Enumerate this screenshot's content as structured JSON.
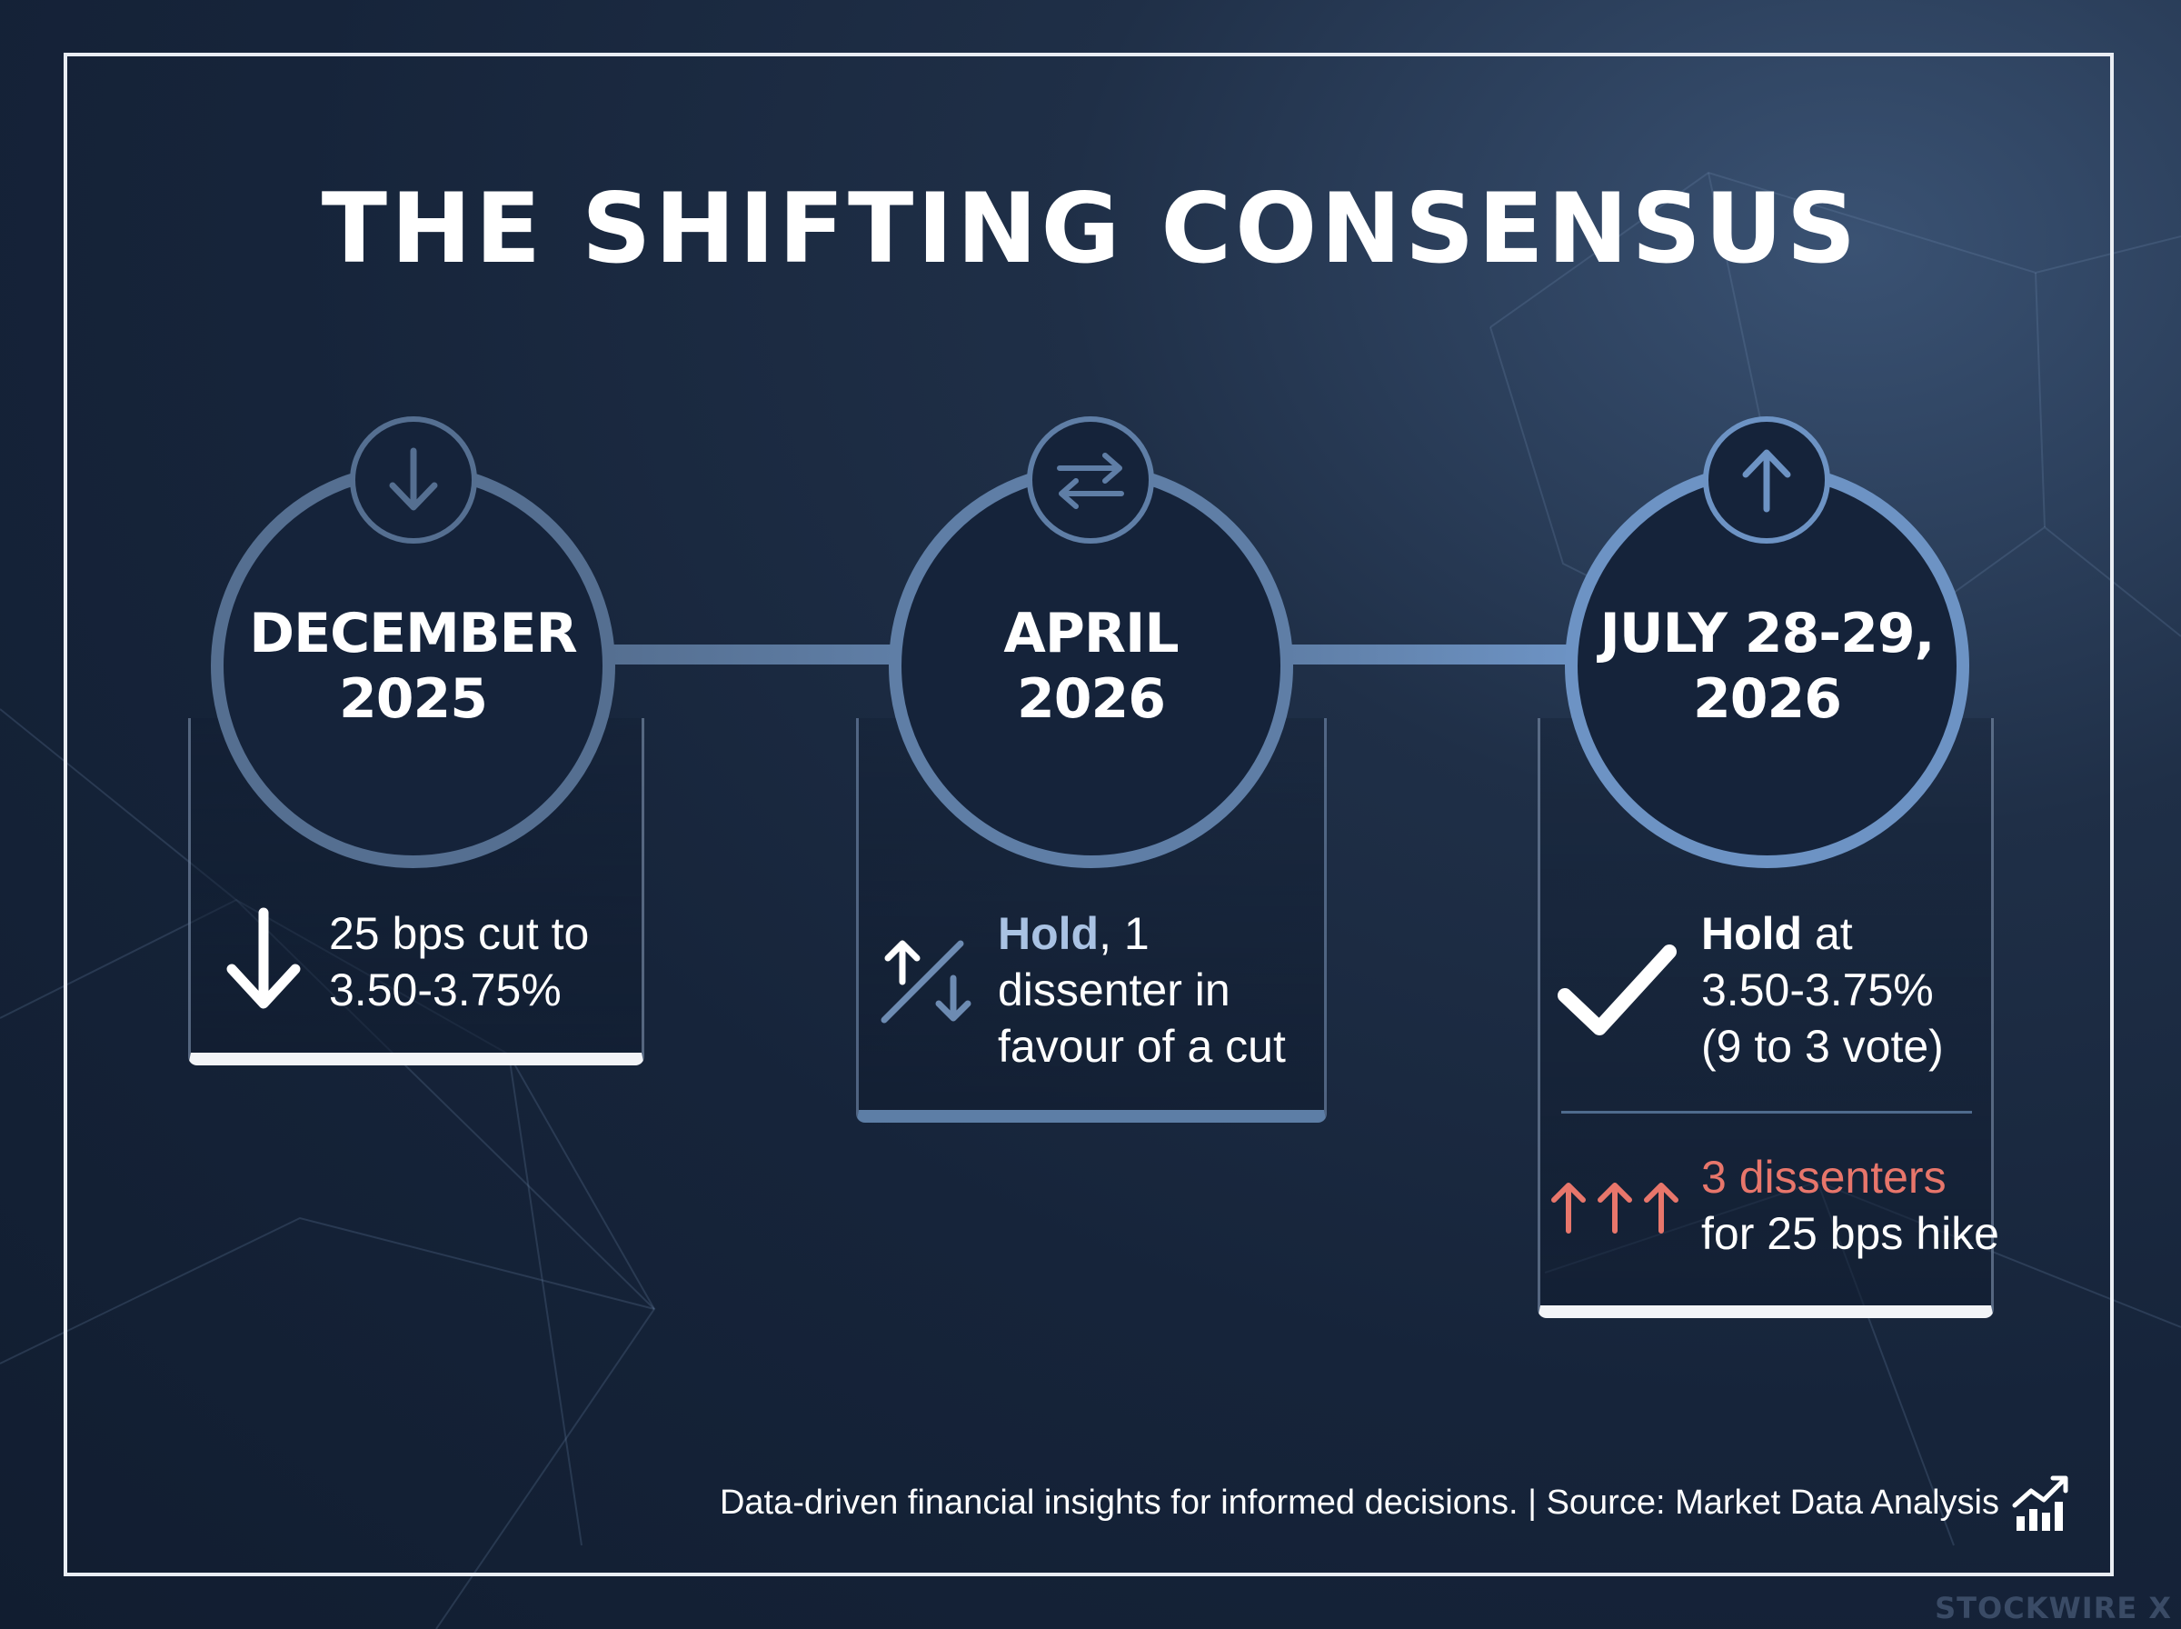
{
  "title": "THE SHIFTING CONSENSUS",
  "colors": {
    "background": "#15233a",
    "ring_1": "#556f91",
    "ring_2": "#5f7ea6",
    "ring_3": "#6d93c4",
    "accent_red": "#e8766b",
    "highlight_blue": "#a9c2e3"
  },
  "timeline": [
    {
      "date_line1": "DECEMBER",
      "date_line2": "2025",
      "badge_icon": "arrow-down-icon",
      "result_icon": "arrow-down-icon",
      "text_line1": "25 bps cut to",
      "text_line2": "3.50-3.75%"
    },
    {
      "date_line1": "APRIL",
      "date_line2": "2026",
      "badge_icon": "swap-arrows-icon",
      "result_icon": "up-down-split-icon",
      "text_bold": "Hold",
      "text_rest1": ", 1",
      "text_line2": "dissenter in",
      "text_line3": "favour of a cut"
    },
    {
      "date_line1": "JULY 28-29,",
      "date_line2": "2026",
      "badge_icon": "arrow-up-icon",
      "result_icon": "checkmark-icon",
      "text_bold": "Hold",
      "text_rest1": " at",
      "text_line2": "3.50-3.75%",
      "text_line3": "(9 to 3 vote)",
      "dissent_icon": "triple-up-arrows-icon",
      "dissent_line1": "3 dissenters",
      "dissent_line2": "for 25 bps hike"
    }
  ],
  "footer": {
    "text": "Data-driven financial insights for informed decisions. | Source: Market Data Analysis",
    "icon": "growth-chart-icon"
  },
  "watermark": "STOCKWIRE X"
}
